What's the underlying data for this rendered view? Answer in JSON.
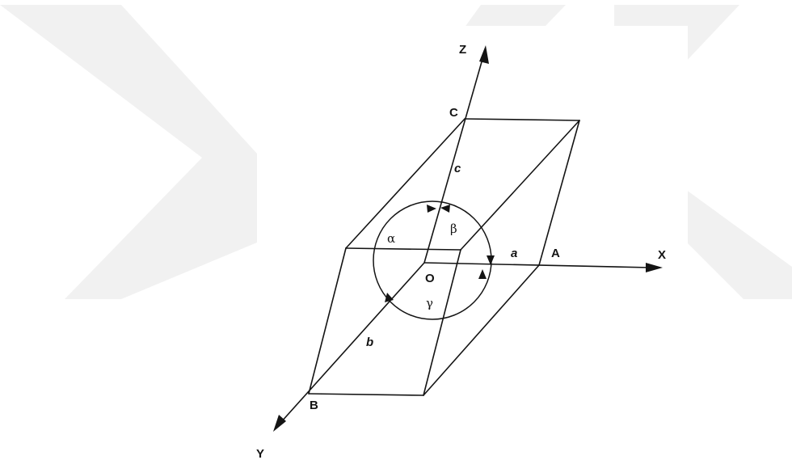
{
  "diagram": {
    "axes": {
      "x": "X",
      "y": "Y",
      "z": "Z"
    },
    "points": {
      "origin": "O",
      "a_end": "A",
      "b_end": "B",
      "c_end": "C"
    },
    "edge_labels": {
      "a": "a",
      "b": "b",
      "c": "c"
    },
    "angles": {
      "alpha": "α",
      "beta": "β",
      "gamma": "γ"
    }
  }
}
